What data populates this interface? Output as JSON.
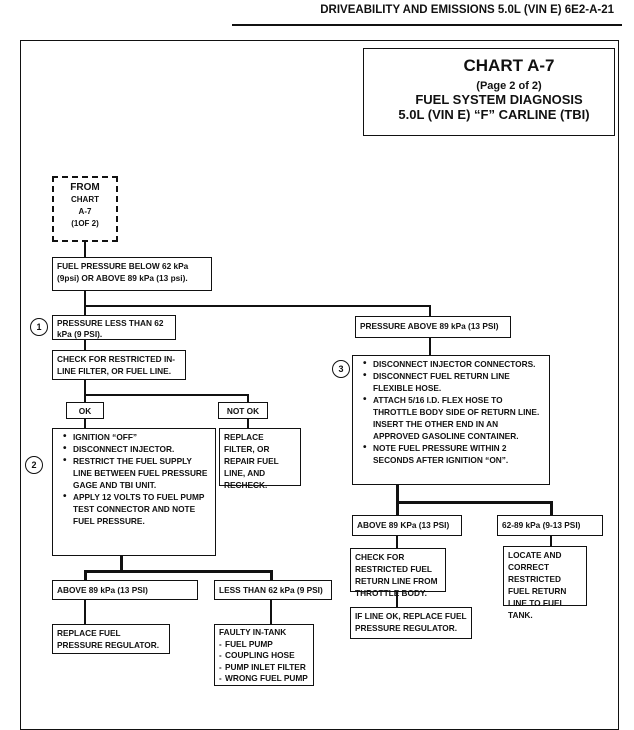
{
  "header": {
    "title": "DRIVEABILITY AND EMISSIONS  5.0L  (VIN E)  6E2-A-21"
  },
  "chart_title": {
    "title": "CHART A-7",
    "page": "(Page 2 of 2)",
    "subtitle": "FUEL SYSTEM DIAGNOSIS",
    "vehicle": "5.0L (VIN E) “F” CARLINE (TBI)"
  },
  "from_box": {
    "l1": "FROM",
    "l2": "CHART",
    "l3": "A-7",
    "l4": "(1OF 2)"
  },
  "nodes": {
    "start": "FUEL PRESSURE BELOW 62 kPa (9psi) OR ABOVE 89 kPa (13 psi).",
    "low": "PRESSURE LESS THAN 62 kPa (9 PSI).",
    "check_inline": "CHECK FOR RESTRICTED IN-LINE FILTER, OR FUEL LINE.",
    "ok": "OK",
    "not_ok": "NOT OK",
    "replace_filter": "REPLACE FILTER, OR REPAIR FUEL LINE, AND RECHECK.",
    "steps2": [
      "IGNITION “OFF”",
      "DISCONNECT INJECTOR.",
      "RESTRICT THE FUEL SUPPLY LINE BETWEEN FUEL PRESSURE GAGE AND TBI UNIT.",
      "APPLY 12 VOLTS TO FUEL PUMP TEST CONNECTOR AND NOTE FUEL PRESSURE."
    ],
    "above_left": "ABOVE 89 kPa  (13 PSI)",
    "less_left": "LESS THAN 62 kPa (9 PSI)",
    "replace_reg_left": "REPLACE FUEL PRESSURE REGULATOR.",
    "faulty_title": "FAULTY IN-TANK",
    "faulty_items": [
      "FUEL PUMP",
      "COUPLING HOSE",
      "PUMP INLET FILTER",
      "WRONG FUEL PUMP"
    ],
    "high": "PRESSURE ABOVE 89 kPa (13 PSI)",
    "steps3": [
      "DISCONNECT INJECTOR CONNECTORS.",
      "DISCONNECT FUEL RETURN LINE FLEXIBLE HOSE.",
      "ATTACH 5/16 I.D. FLEX HOSE TO THROTTLE BODY SIDE OF RETURN LINE. INSERT THE OTHER END IN AN APPROVED GASOLINE CONTAINER.",
      "NOTE FUEL PRESSURE WITHIN 2 SECONDS AFTER IGNITION “ON”."
    ],
    "above_right": "ABOVE 89 KPa (13 PSI)",
    "range_right": "62-89 kPa  (9-13 PSI)",
    "check_return": "CHECK FOR RESTRICTED FUEL RETURN LINE FROM THROTTLE BODY.",
    "line_ok": "IF LINE OK, REPLACE FUEL PRESSURE REGULATOR.",
    "locate": "LOCATE AND CORRECT RESTRICTED FUEL RETURN LINE TO FUEL TANK."
  },
  "callouts": {
    "c1": "1",
    "c2": "2",
    "c3": "3"
  }
}
